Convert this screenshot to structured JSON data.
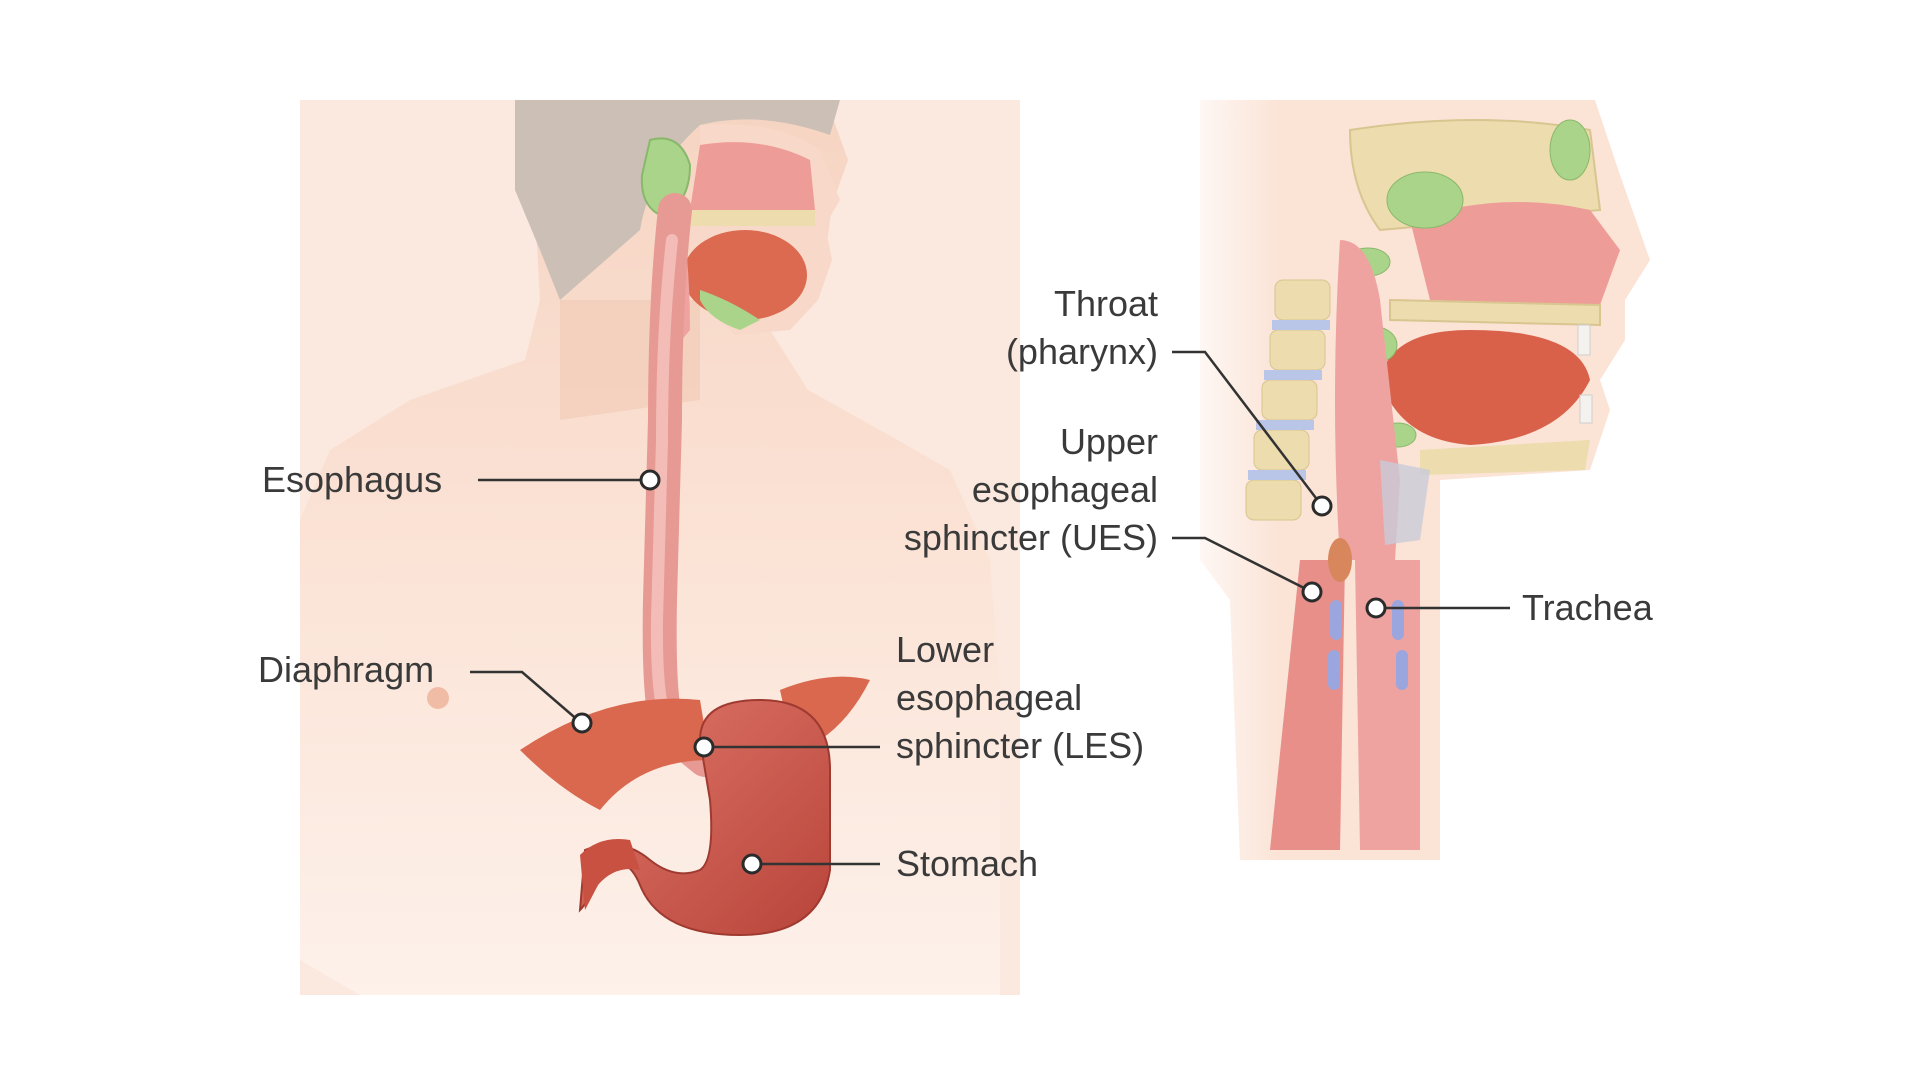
{
  "labels": {
    "esophagus": "Esophagus",
    "diaphragm": "Diaphragm",
    "les_line1": "Lower",
    "les_line2": "esophageal",
    "les_line3": "sphincter (LES)",
    "stomach": "Stomach",
    "throat_line1": "Throat",
    "throat_line2": "(pharynx)",
    "ues_line1": "Upper",
    "ues_line2": "esophageal",
    "ues_line3": "sphincter (UES)",
    "trachea": "Trachea"
  },
  "colors": {
    "skin": "#f8dccc",
    "hair": "#c9bdb3",
    "tissue_pink": "#eea3a0",
    "muscle_red": "#d9614a",
    "stomach_red": "#c94b3e",
    "gland_green": "#a9d48a",
    "bone": "#ecdcae",
    "cartilage_blue": "#9aa6dd",
    "leader_line": "#333333"
  }
}
